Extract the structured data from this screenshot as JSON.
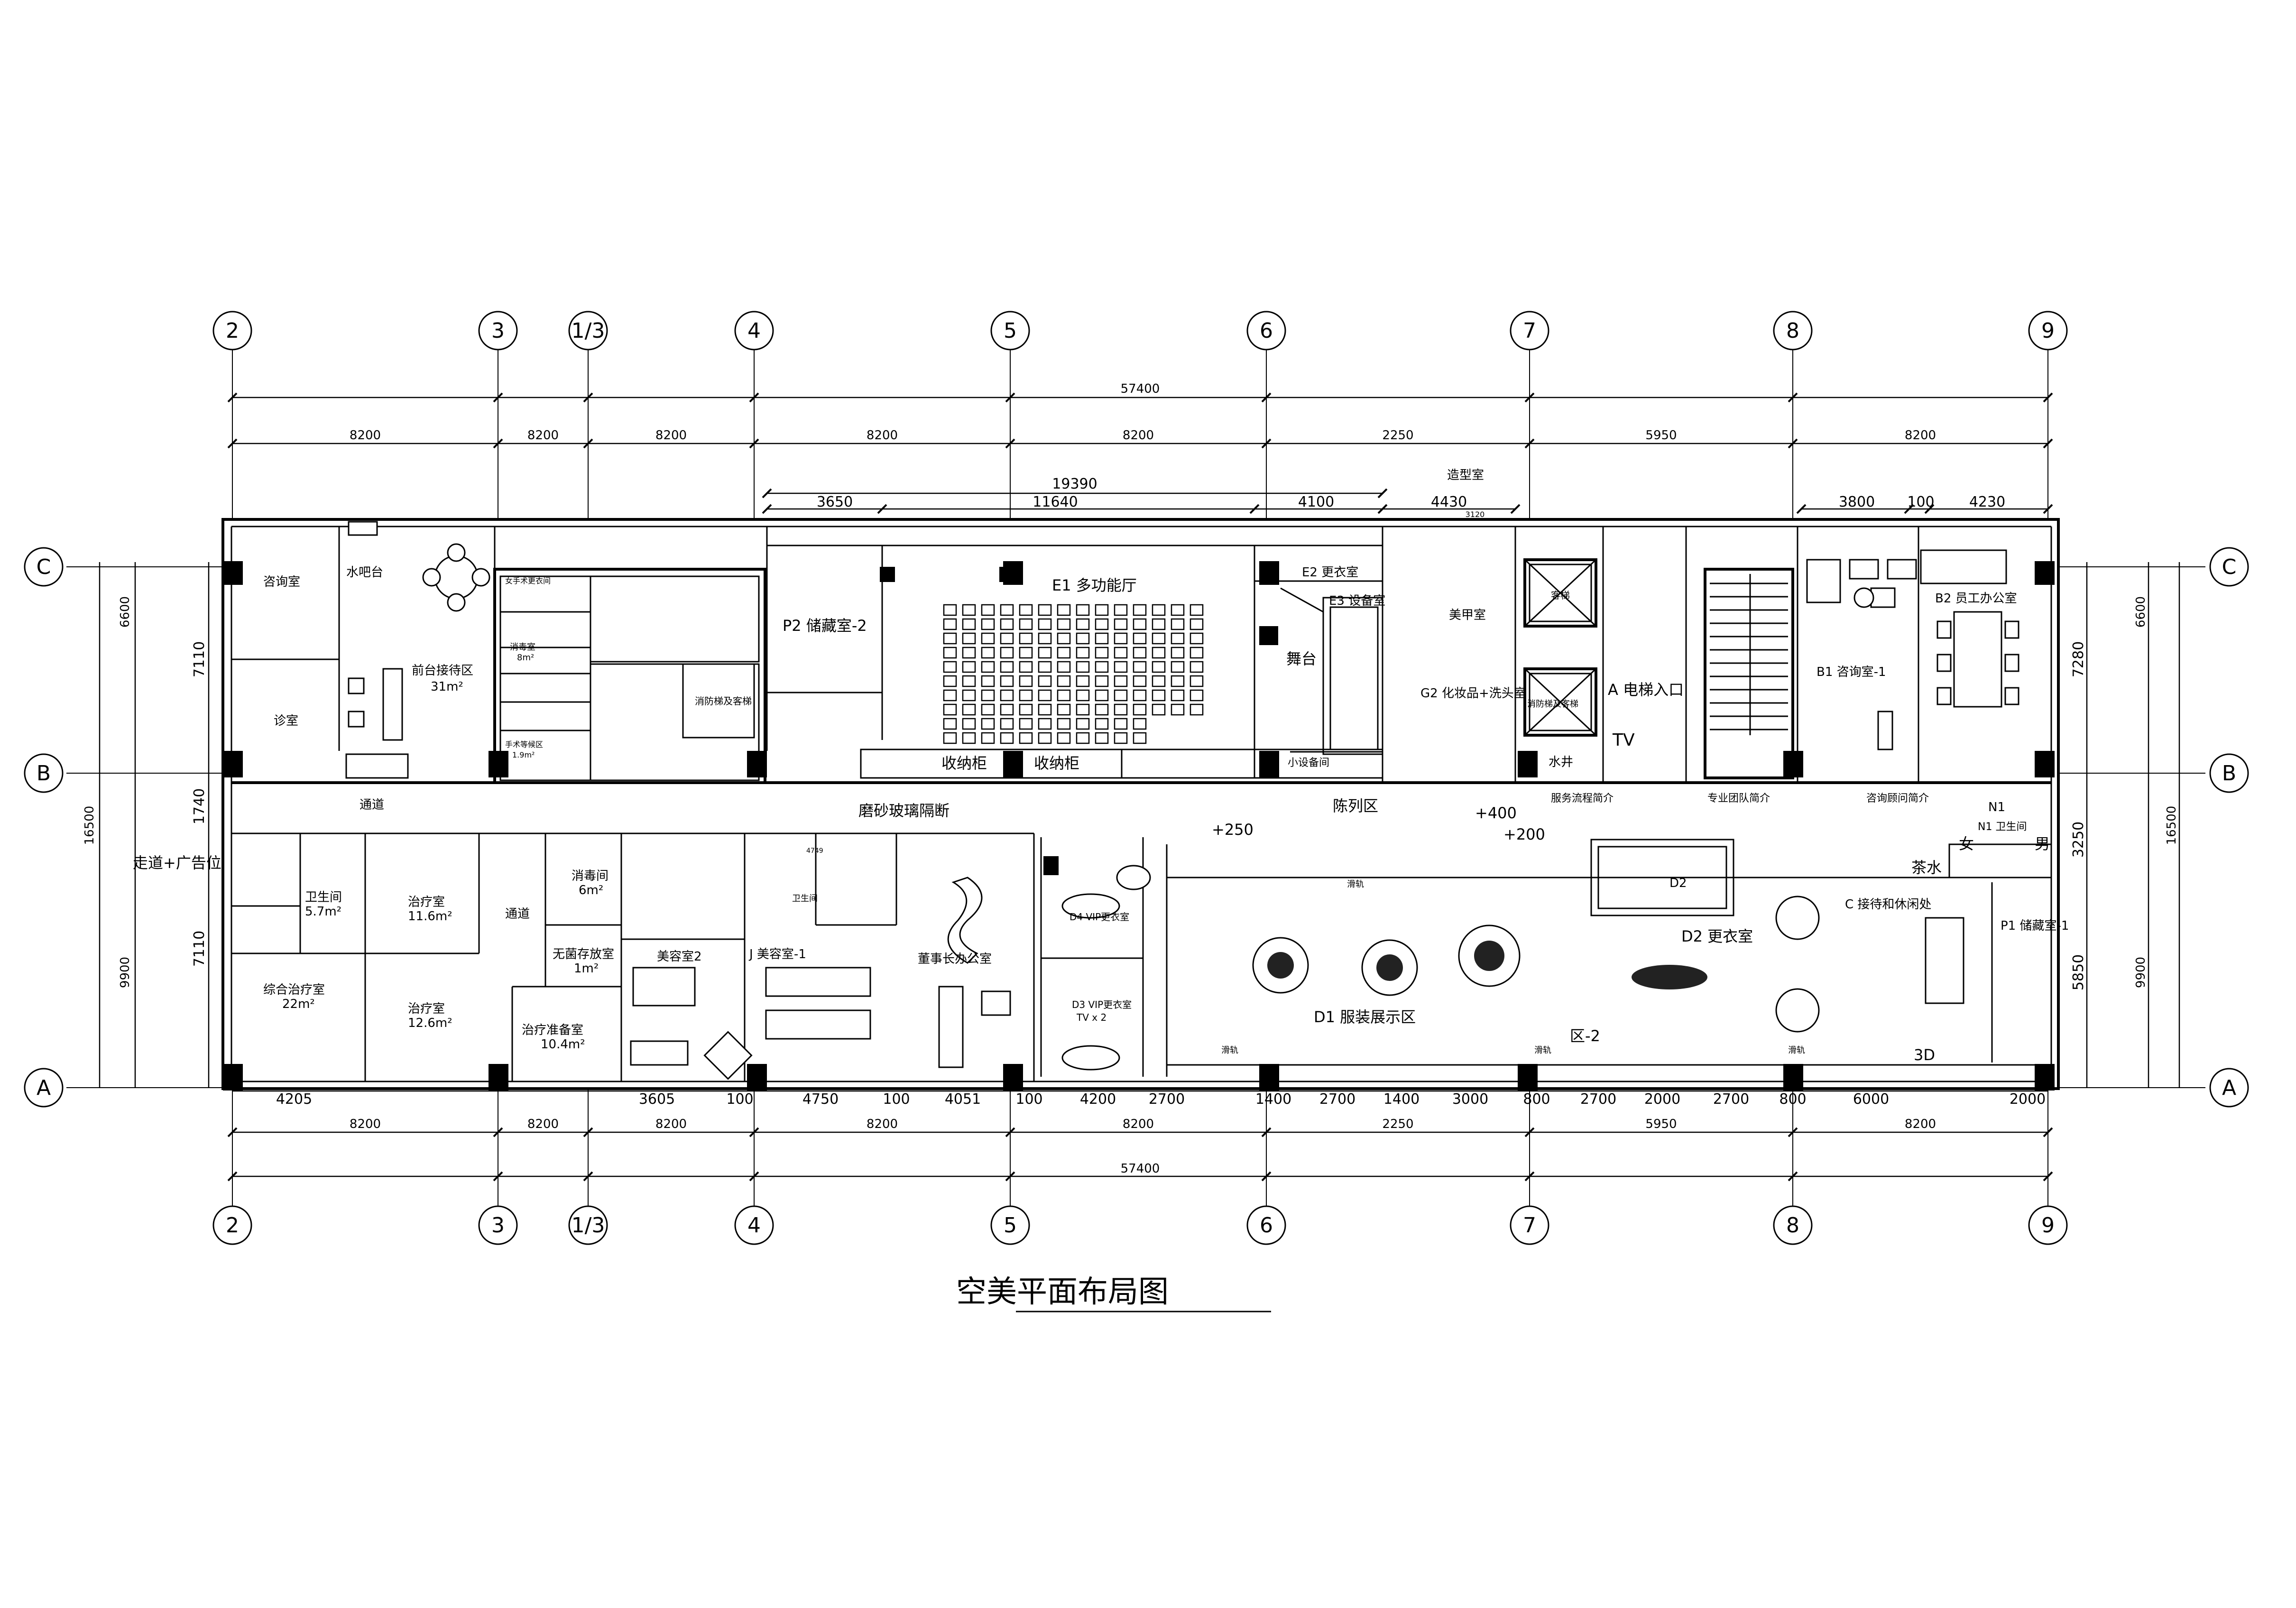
{
  "title": "空美平面布局图",
  "grid": {
    "columns": [
      "2",
      "3",
      "1/3",
      "4",
      "5",
      "6",
      "7",
      "8",
      "9"
    ],
    "rows": [
      "C",
      "B",
      "A"
    ]
  },
  "dimensions": {
    "top_total": "57400",
    "top_spans": [
      "8200",
      "8200",
      "8200",
      "8200",
      "8200",
      "2250",
      "5950",
      "8200"
    ],
    "bottom_total": "57400",
    "bottom_spans": [
      "8200",
      "8200",
      "8200",
      "8200",
      "8200",
      "2250",
      "5950",
      "8200"
    ],
    "upper_total": "19390",
    "upper_spans": [
      "3650",
      "11640",
      "4100",
      "4430"
    ],
    "upper_right": [
      "3800",
      "100",
      "4230"
    ],
    "small_3120": "3120",
    "zaoxing": "造型室",
    "bottom_detail": [
      "4205",
      "3605",
      "100",
      "4750",
      "100",
      "4051",
      "100",
      "4200",
      "2700",
      "1400",
      "2700",
      "1400",
      "3000",
      "800",
      "2700",
      "2000",
      "2700",
      "800",
      "6000",
      "2000"
    ],
    "left": [
      "6600",
      "16500",
      "9900",
      "7110",
      "1740",
      "7110"
    ],
    "right": [
      "7280",
      "6600",
      "16500",
      "3250",
      "5850",
      "9900"
    ]
  },
  "labels": {
    "zixunshi": "咨询室",
    "zhenshi": "诊室",
    "shuiba": "水吧台",
    "qiantai": "前台接待区",
    "qiantai_area": "31m²",
    "nvgengyi": "女手术更衣间",
    "xiaodu": "消毒室",
    "xiaodu_area": "8m²",
    "jizhen": "手术等候区",
    "jizhen_area": "1.9m²",
    "xiaofang": "消防梯及客梯",
    "chucang2": "P2 储藏室-2",
    "e1": "E1 多功能厅",
    "e2": "E2 更衣室",
    "e3": "E3 设备室",
    "wutai": "舞台",
    "meijia": "美甲室",
    "g2": "G2 化妆品+洗头室",
    "xiaoshebei": "小设备间",
    "shounagui1": "收纳柜",
    "shounagui2": "收纳柜",
    "dianti_a": "A 电梯入口",
    "tv": "TV",
    "shuijing": "水井",
    "kuke": "客梯",
    "xiaofang2": "消防梯及客梯",
    "b1": "B1 咨询室-1",
    "b2": "B2 员工办公室",
    "fuwu": "服务流程简介",
    "zhuanye": "专业团队简介",
    "zixungu": "咨询顾问简介",
    "n1": "N1",
    "n1b": "N1 卫生间",
    "nv": "女",
    "nan": "男",
    "chashui": "茶水",
    "p1": "P1 储藏室-1",
    "guodao1": "通道",
    "zoudao": "走道+广告位",
    "mosha": "磨砂玻璃隔断",
    "chenlie": "陈列区",
    "plus250": "+250",
    "plus400": "+400",
    "plus200": "+200",
    "weisheng": "卫生间",
    "weisheng_area": "5.7m²",
    "zhiliao1": "治疗室",
    "zhiliao1_area": "11.6m²",
    "zonghe": "综合治疗室",
    "zonghe_area": "22m²",
    "zhiliao2": "治疗室",
    "zhiliao2_area": "12.6m²",
    "guodao2": "通道",
    "xiaodujian": "消毒间",
    "xiaodujian_area": "6m²",
    "wujun": "无菌存放室",
    "wujun_area": "1m²",
    "zhunbei": "治疗准备室",
    "zhunbei_area": "10.4m²",
    "meirong2": "美容室2",
    "meirong1": "J 美容室-1",
    "zhuren": "董事长办公室",
    "d4": "D4 VIP更衣室",
    "d3": "D3 VIP更衣室",
    "tvx2": "TV x 2",
    "d1": "D1 服装展示区",
    "qu2": "区-2",
    "d2a": "D2",
    "d2b": "D2 更衣室",
    "c_zone": "C 接待和休闲处",
    "threed": "3D",
    "shangxia1": "滑轨",
    "shangxia2": "滑轨",
    "shangxia3": "滑轨",
    "shangxia4": "滑轨",
    "weisheng2": "卫生间",
    "dim4749": "4749"
  }
}
